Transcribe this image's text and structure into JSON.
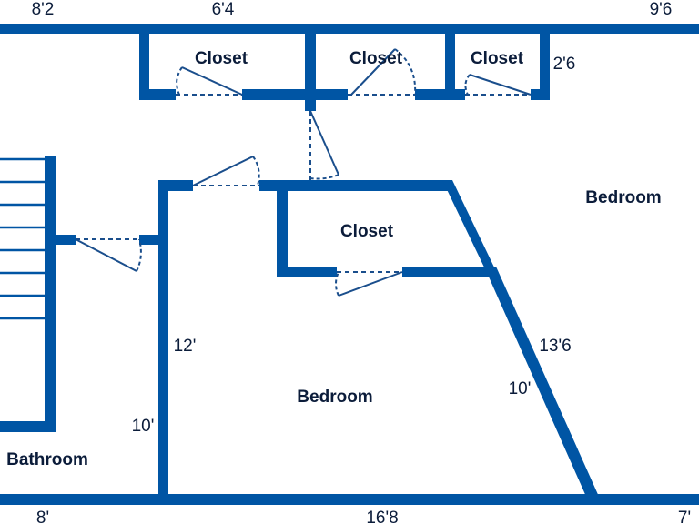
{
  "colors": {
    "wall": "#0055a4",
    "door": "#1a4e8c",
    "background": "#ffffff",
    "text": "#0b1c3a"
  },
  "rooms": {
    "closet_1": "Closet",
    "closet_2": "Closet",
    "closet_3": "Closet",
    "closet_center": "Closet",
    "bedroom_right": "Bedroom",
    "bedroom_main": "Bedroom",
    "bathroom": "Bathroom"
  },
  "dimensions": {
    "top_left": "8'2",
    "top_mid": "6'4",
    "top_right": "9'6",
    "closet3_depth": "2'6",
    "wall_12": "12'",
    "wall_10_left": "10'",
    "diag_13_6": "13'6",
    "diag_10": "10'",
    "bottom_left": "8'",
    "bottom_mid": "16'8",
    "bottom_right": "7'"
  }
}
